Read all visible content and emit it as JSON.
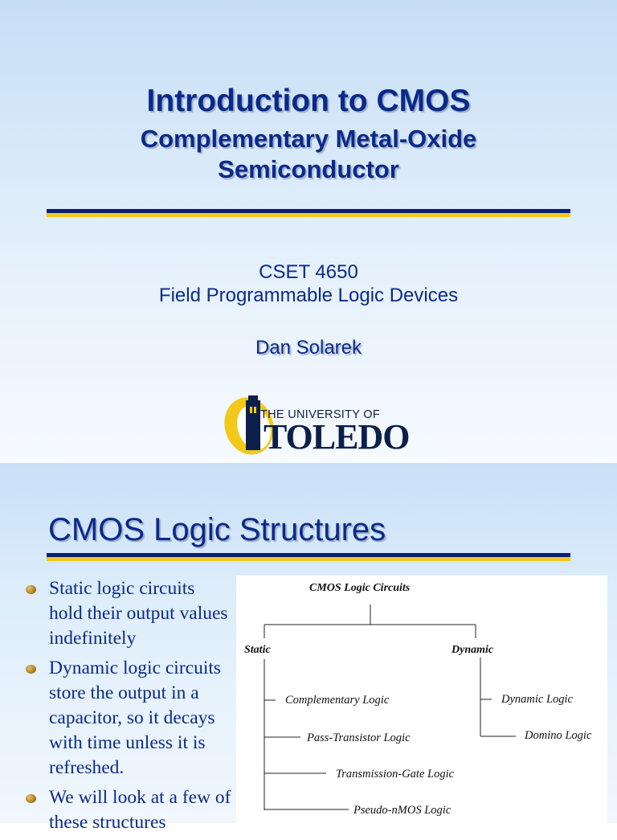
{
  "slide1": {
    "title": "Introduction to CMOS",
    "subtitle_line1": "Complementary Metal-Oxide",
    "subtitle_line2": "Semiconductor",
    "course_number": "CSET 4650",
    "course_name": "Field Programmable Logic Devices",
    "author": "Dan Solarek",
    "logo": {
      "top_text": "THE UNIVERSITY OF",
      "main_text": "TOLEDO"
    }
  },
  "slide2": {
    "title": "CMOS Logic Structures",
    "bullets": [
      "Static logic circuits hold their output values  indefinitely",
      "Dynamic logic circuits store the output in a  capacitor, so it decays with time unless it is refreshed.",
      "We will look at a few of these structures"
    ],
    "diagram": {
      "root": "CMOS Logic Circuits",
      "static": {
        "label": "Static",
        "children": [
          "Complementary Logic",
          "Pass-Transistor Logic",
          "Transmission-Gate Logic",
          "Pseudo-nMOS Logic"
        ]
      },
      "dynamic": {
        "label": "Dynamic",
        "children": [
          "Dynamic Logic",
          "Domino Logic"
        ]
      }
    }
  },
  "colors": {
    "title_blue": "#0a2a8a",
    "rule_navy": "#0a1f75",
    "rule_gold": "#f2c91a",
    "logo_gold": "#f2c91a",
    "logo_navy": "#0b1f4a"
  }
}
